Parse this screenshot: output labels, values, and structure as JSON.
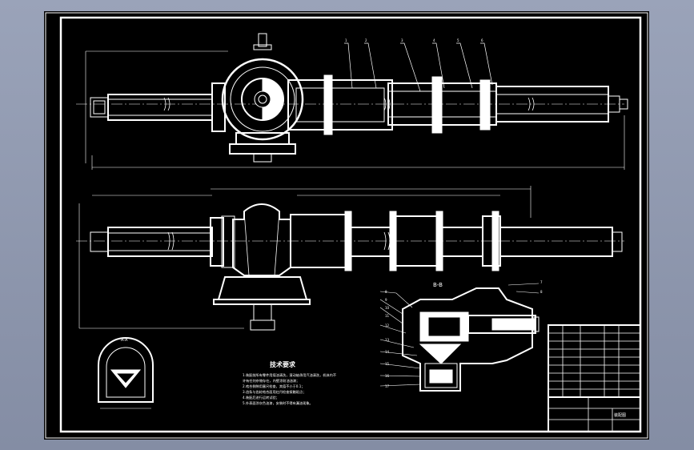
{
  "drawing": {
    "section_label": "B-B",
    "view_label": "A-A",
    "tech_title": "技术要求",
    "tech_notes": [
      "1.装配前所有零件用煤油清洗，滚动轴承用汽油清洗，机体内不",
      "   许有任何杂物存在，内壁涂耐油油漆；",
      "2.啮合侧隙用塞尺检查，其值不小于0.1；",
      "3.齿条与齿轮啮合面用红丹检查接触斑点；",
      "4.装配后进行运转试验；",
      "5.外表面涂灰色油漆，安装时不得有漏油现象。"
    ],
    "part_numbers_top": [
      "1",
      "2",
      "3",
      "4",
      "5",
      "6"
    ],
    "part_numbers_section_left": [
      "8",
      "9",
      "10",
      "11",
      "12",
      "13",
      "14",
      "15",
      "16",
      "17"
    ],
    "part_numbers_section_right": [
      "7",
      "8"
    ],
    "title_block": {
      "drawing_name": "装配图"
    },
    "colors": {
      "background": "#8e97ae",
      "sheet": "#000000",
      "line": "#ffffff"
    }
  }
}
